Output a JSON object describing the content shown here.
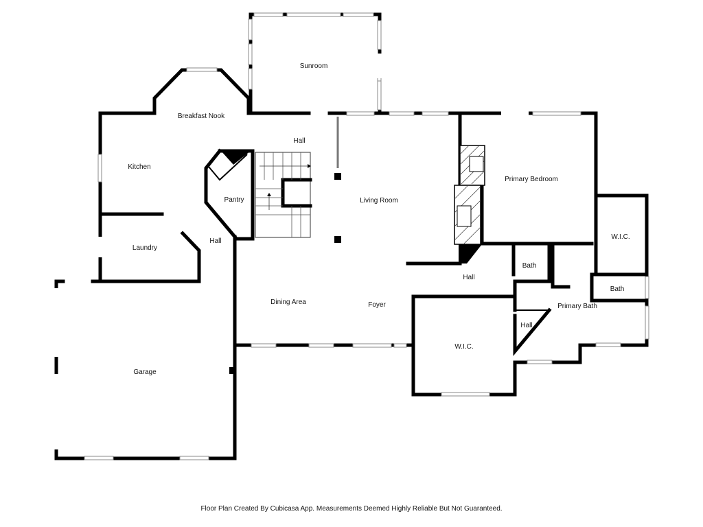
{
  "floor_plan": {
    "rooms": {
      "sunroom": "Sunroom",
      "breakfast_nook": "Breakfast Nook",
      "hall_top": "Hall",
      "kitchen": "Kitchen",
      "pantry": "Pantry",
      "living_room": "Living Room",
      "primary_bedroom": "Primary Bedroom",
      "wic_right": "W.I.C.",
      "laundry": "Laundry",
      "hall_left": "Hall",
      "bath_top": "Bath",
      "bath_right": "Bath",
      "hall_mid": "Hall",
      "dining_area": "Dining Area",
      "foyer": "Foyer",
      "primary_bath": "Primary Bath",
      "hall_small": "Hall",
      "wic_bottom": "W.I.C.",
      "garage": "Garage"
    },
    "footer": "Floor Plan Created By Cubicasa App. Measurements Deemed Highly Reliable But Not Guaranteed."
  }
}
